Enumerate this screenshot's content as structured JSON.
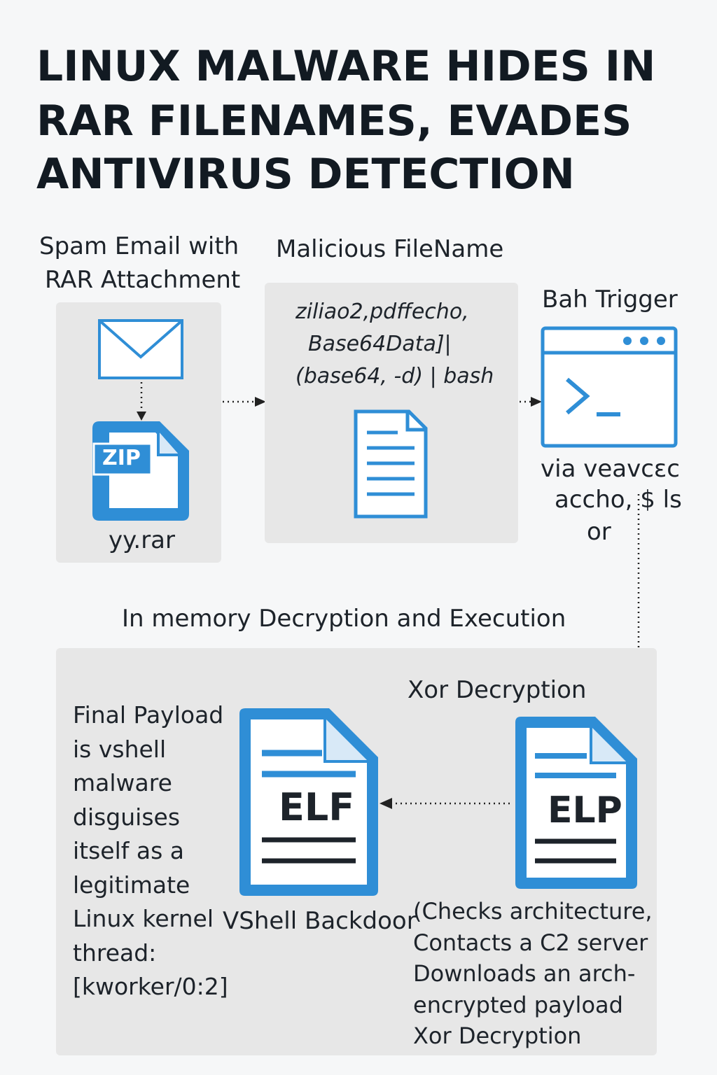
{
  "title": {
    "line1": "LINUX MALWARE HIDES IN",
    "line2": "RAR FILENAMES, EVADES",
    "line3": "ANTIVIRUS DETECTION"
  },
  "step1": {
    "label_line1": "Spam Email with",
    "label_line2": "RAR Attachment",
    "zip_text": "ZIP",
    "filename": "yy.rar"
  },
  "step2": {
    "label": "Malicious FileName",
    "code_line1": "ziliao2,pdffecho,",
    "code_line2": "Base64Data]|",
    "code_line3": "(base64, -d) | bash"
  },
  "step3": {
    "label": "Bah Trigger",
    "caption_line1": "via veavcɛc",
    "caption_line2": "accho, $ ls",
    "caption_line3": "or"
  },
  "section2": {
    "label": "In memory Decryption and Execution",
    "final_payload_lines": [
      "Final Payload",
      "is vshell",
      "malware",
      "disguises",
      "itself as a",
      "legitimate",
      "Linux kernel",
      "thread:",
      "[kworker/0:2]"
    ],
    "elf_text": "ELF",
    "vshell_label": "VShell Backdoor",
    "xor_label": "Xor Decryption",
    "elp_text": "ELP",
    "details_lines": [
      "(Checks architecture,",
      "Contacts a C2 server",
      "Downloads an arch-",
      "encrypted payload",
      "Xor Decryption"
    ]
  },
  "colors": {
    "accent": "#2f8ed6",
    "accent_dark": "#1f6fc0",
    "panel": "#e7e7e7",
    "title": "#121a22",
    "arrow": "#222222"
  }
}
